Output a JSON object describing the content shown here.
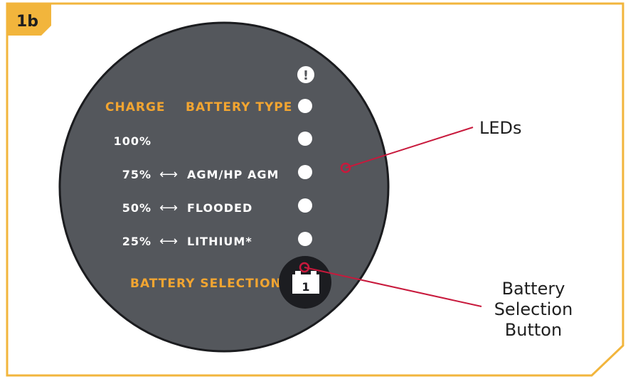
{
  "panel_label": "1b",
  "headers": {
    "charge": "CHARGE",
    "battery_type": "BATTERY TYPE"
  },
  "rows": [
    {
      "charge": "100%",
      "arrow": "",
      "type": ""
    },
    {
      "charge": "75%",
      "arrow": "⟷",
      "type": "AGM/HP AGM"
    },
    {
      "charge": "50%",
      "arrow": "⟷",
      "type": "FLOODED"
    },
    {
      "charge": "25%",
      "arrow": "⟷",
      "type": "LITHIUM*"
    }
  ],
  "battery_selection_label": "BATTERY SELECTION",
  "button_glyph": "1",
  "warning_glyph": "!",
  "callouts": {
    "leds": "LEDs",
    "button_lines": [
      "Battery",
      "Selection",
      "Button"
    ]
  },
  "colors": {
    "frame": "#f2b53c",
    "panel": "#54575c",
    "accent_text": "#f2a531",
    "callout_line": "#c8193c",
    "button_bg": "#1c1d21"
  }
}
